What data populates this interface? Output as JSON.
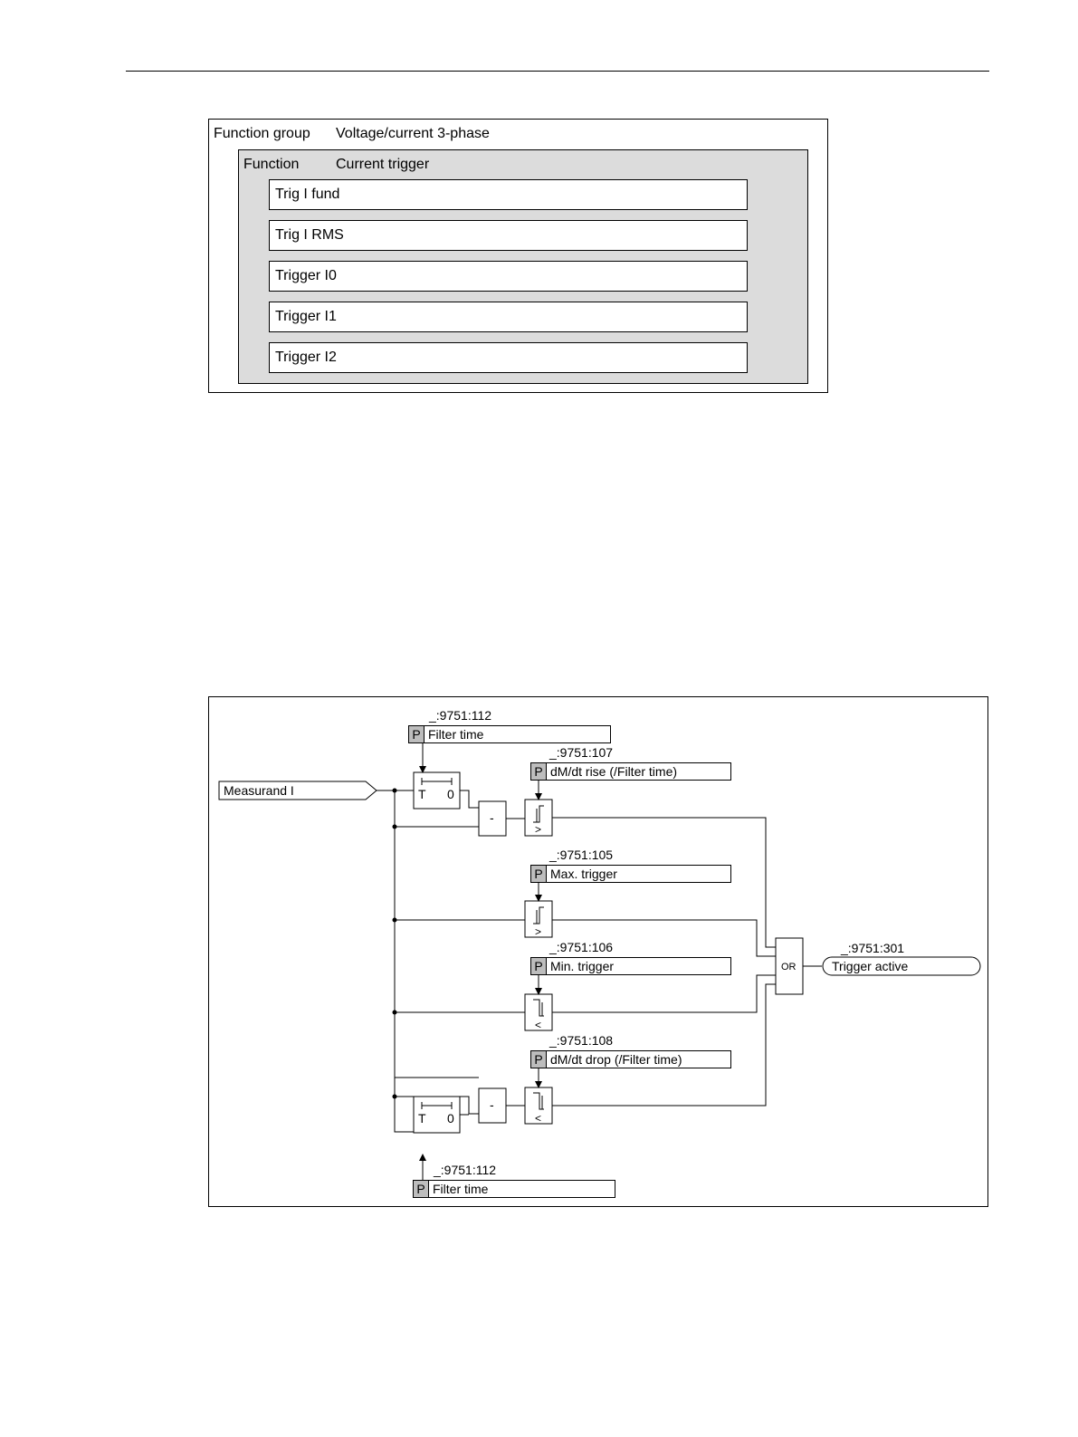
{
  "structure": {
    "function_group_label": "Function group",
    "function_group_value": "Voltage/current 3-phase",
    "function_label": "Function",
    "function_value": "Current trigger",
    "stages": [
      "Trig I fund",
      "Trig I RMS",
      "Trigger I0",
      "Trigger I1",
      "Trigger I2"
    ]
  },
  "logic": {
    "input_signal": "Measurand I",
    "output_address": "_:9751:301",
    "output_signal": "Trigger active",
    "or_label": "OR",
    "timer_t": "T",
    "timer_zero": "0",
    "subtract_label": "-",
    "greater_sign": ">",
    "less_sign": "<",
    "param_marker": "P",
    "params": [
      {
        "address": "_:9751:112",
        "label": "Filter time"
      },
      {
        "address": "_:9751:107",
        "label": "dM/dt rise (/Filter time)"
      },
      {
        "address": "_:9751:105",
        "label": "Max. trigger"
      },
      {
        "address": "_:9751:106",
        "label": "Min. trigger"
      },
      {
        "address": "_:9751:108",
        "label": "dM/dt drop (/Filter time)"
      },
      {
        "address": "_:9751:112",
        "label": "Filter time"
      }
    ]
  }
}
